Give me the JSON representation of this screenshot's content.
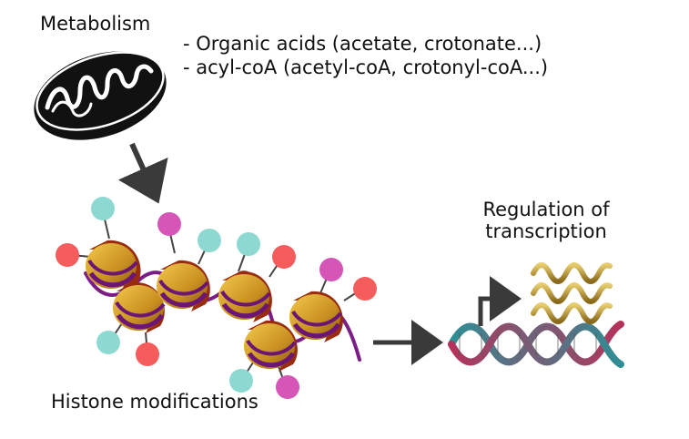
{
  "labels": {
    "metabolism": "Metabolism",
    "list": [
      "- Organic acids (acetate, crotonate...)",
      "- acyl-coA (acetyl-coA, crotonyl-coA...)"
    ],
    "regulation_line1": "Regulation of",
    "regulation_line2": "transcription",
    "histone": "Histone modifications"
  },
  "icons": [
    "mitochondrion-icon",
    "nucleosome-icon",
    "dna-helix-icon",
    "rna-strand-icon",
    "arrow-icon"
  ],
  "colors": {
    "teal_mark": "#8dd9d2",
    "magenta_mark": "#d556b7",
    "red_mark": "#f55c5c",
    "histone_gold": "#d6a52a",
    "dna_wrap": "#7a1e86",
    "helix_teal": "#2e8f95",
    "helix_crimson": "#b5325a",
    "rna_gold": "#b8962e",
    "arrow": "#3a3a3a"
  }
}
